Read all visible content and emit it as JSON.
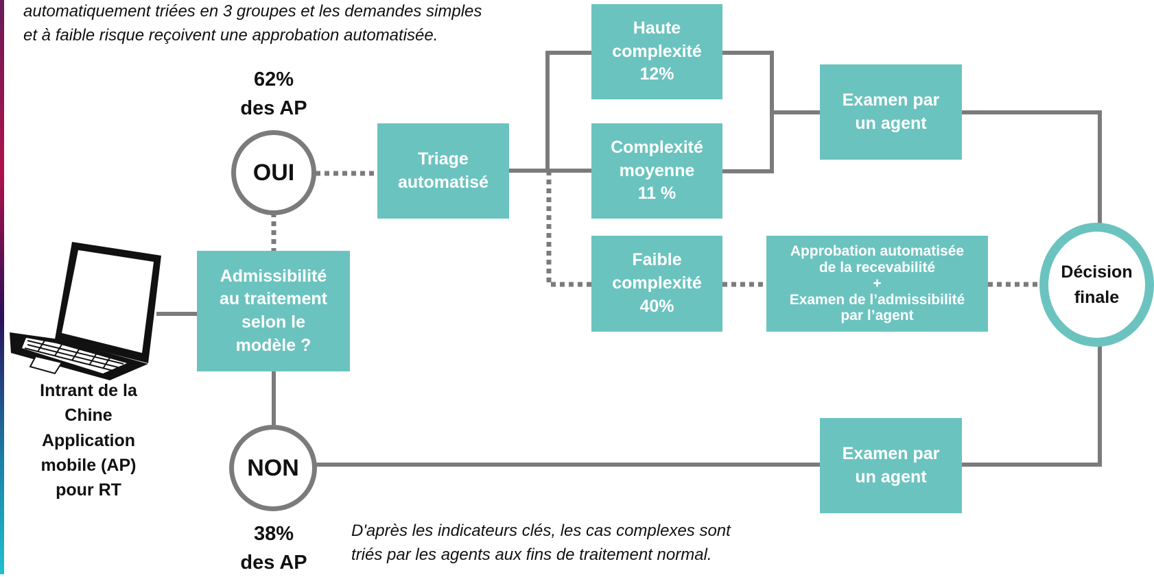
{
  "notes": {
    "top": "automatiquement triées en 3 groupes et les demandes simples\net à faible risque reçoivent une approbation automatisée.",
    "bottom": "D'après les indicateurs clés, les cas complexes sont\ntriés par les agents aux fins de traitement normal."
  },
  "input": {
    "label": "Intrant de la\nChine\nApplication\nmobile (AP)\npour RT",
    "icon": "laptop-icon"
  },
  "eligibility": {
    "label": "Admissibilité\nau traitement\nselon le\nmodèle ?"
  },
  "yes": {
    "label": "OUI",
    "share": "62%\ndes AP"
  },
  "no": {
    "label": "NON",
    "share": "38%\ndes AP"
  },
  "triage": {
    "label": "Triage\nautomatisé"
  },
  "complexity": {
    "high": "Haute\ncomplexité\n12%",
    "medium": "Complexité\nmoyenne\n11 %",
    "low": "Faible\ncomplexité\n40%"
  },
  "agent_review_top": {
    "label": "Examen par\nun agent"
  },
  "agent_review_bottom": {
    "label": "Examen par\nun agent"
  },
  "auto_approval": {
    "label": "Approbation automatisée\nde la recevabilité\n+\nExamen de l’admissibilité\npar l’agent"
  },
  "final_decision": {
    "label": "Décision\nfinale"
  },
  "colors": {
    "teal": "#6bc3bf",
    "connector": "#7b7b7b"
  }
}
